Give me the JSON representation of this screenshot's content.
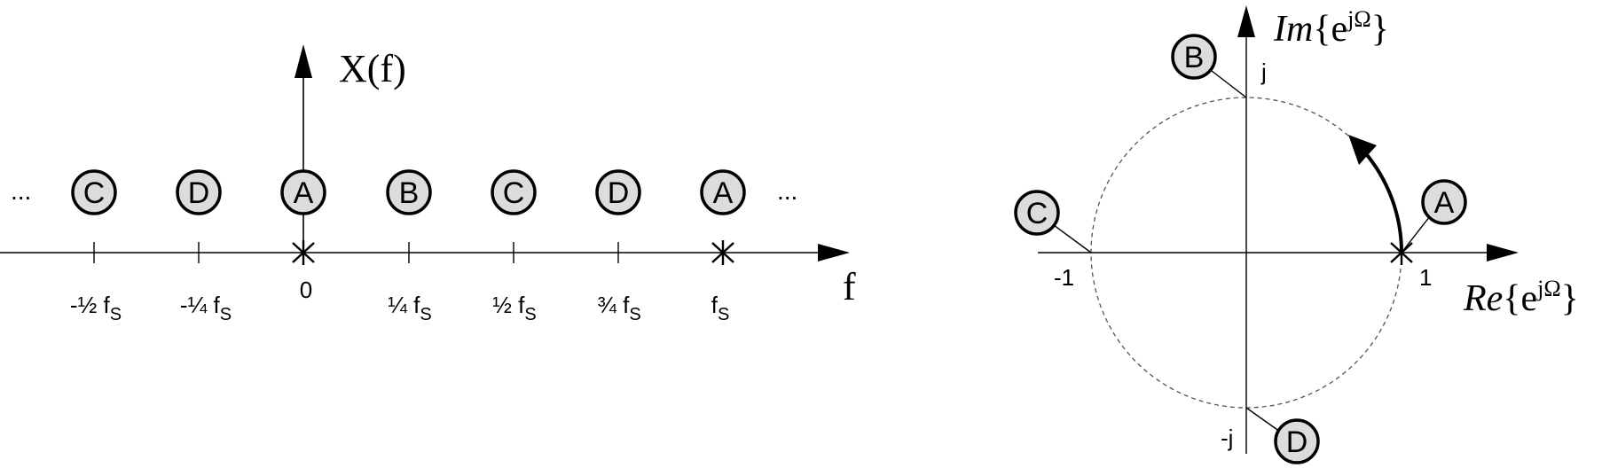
{
  "spectrum": {
    "y_axis_label": "X(f)",
    "x_axis_label": "f",
    "ellipsis_left": "...",
    "ellipsis_right": "...",
    "ticks": [
      {
        "main": "-½ f",
        "sub": "S"
      },
      {
        "main": "-¼ f",
        "sub": "S"
      },
      {
        "main": "0",
        "sub": ""
      },
      {
        "main": "¼ f",
        "sub": "S"
      },
      {
        "main": "½ f",
        "sub": "S"
      },
      {
        "main": "¾ f",
        "sub": "S"
      },
      {
        "main": "f",
        "sub": "S"
      }
    ],
    "markers": [
      "C",
      "D",
      "A",
      "B",
      "C",
      "D",
      "A"
    ]
  },
  "unit_circle": {
    "y_axis_label_prefix": "Im",
    "x_axis_label_prefix": "Re",
    "axis_label_base": "e",
    "axis_label_exponent": "jΩ",
    "brace_open": "{",
    "brace_close": "}",
    "tick_labels": {
      "pos_real": "1",
      "neg_real": "-1",
      "pos_imag": "j",
      "neg_imag": "-j"
    },
    "markers": {
      "A": "A",
      "B": "B",
      "C": "C",
      "D": "D"
    }
  },
  "colors": {
    "ink": "#000000",
    "marker_fill": "#dcdcdc",
    "circle_dash": "#555555"
  }
}
